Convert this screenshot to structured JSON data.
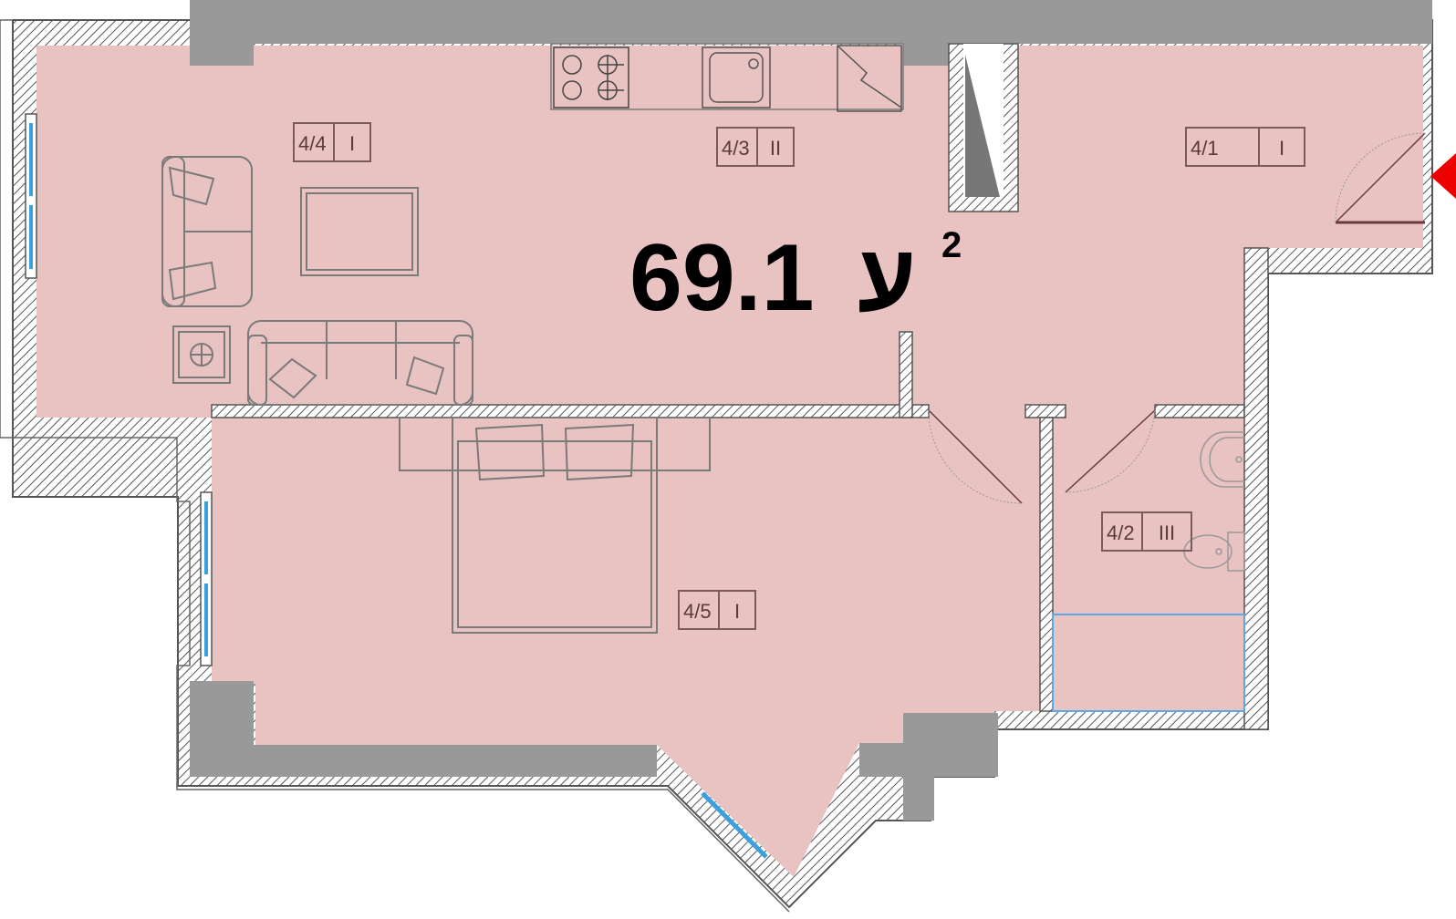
{
  "plan": {
    "area_value": "69.1",
    "area_unit": "ע",
    "area_unit_sup": "2",
    "colors": {
      "floor": "#e9c2c2",
      "wall_hatch": "#555555",
      "column": "#999999",
      "furniture": "#7a7a7a",
      "window": "#3aa0e0",
      "shower_outline": "#5aa8e8",
      "entrance_marker": "#ee0000",
      "door_swing": "#6a3a3a"
    },
    "rooms": [
      {
        "id": "4/1",
        "number": "4/1",
        "class": "I"
      },
      {
        "id": "4/2",
        "number": "4/2",
        "class": "III"
      },
      {
        "id": "4/3",
        "number": "4/3",
        "class": "II"
      },
      {
        "id": "4/4",
        "number": "4/4",
        "class": "I"
      },
      {
        "id": "4/5",
        "number": "4/5",
        "class": "I"
      }
    ],
    "icons": [
      "stove-icon",
      "sink-icon",
      "fridge-icon",
      "sofa-icon",
      "armchair-icon",
      "coffee-table-icon",
      "floor-lamp-icon",
      "double-bed-icon",
      "washbasin-icon",
      "toilet-icon",
      "shower-tray-icon",
      "entrance-arrow-icon"
    ]
  }
}
